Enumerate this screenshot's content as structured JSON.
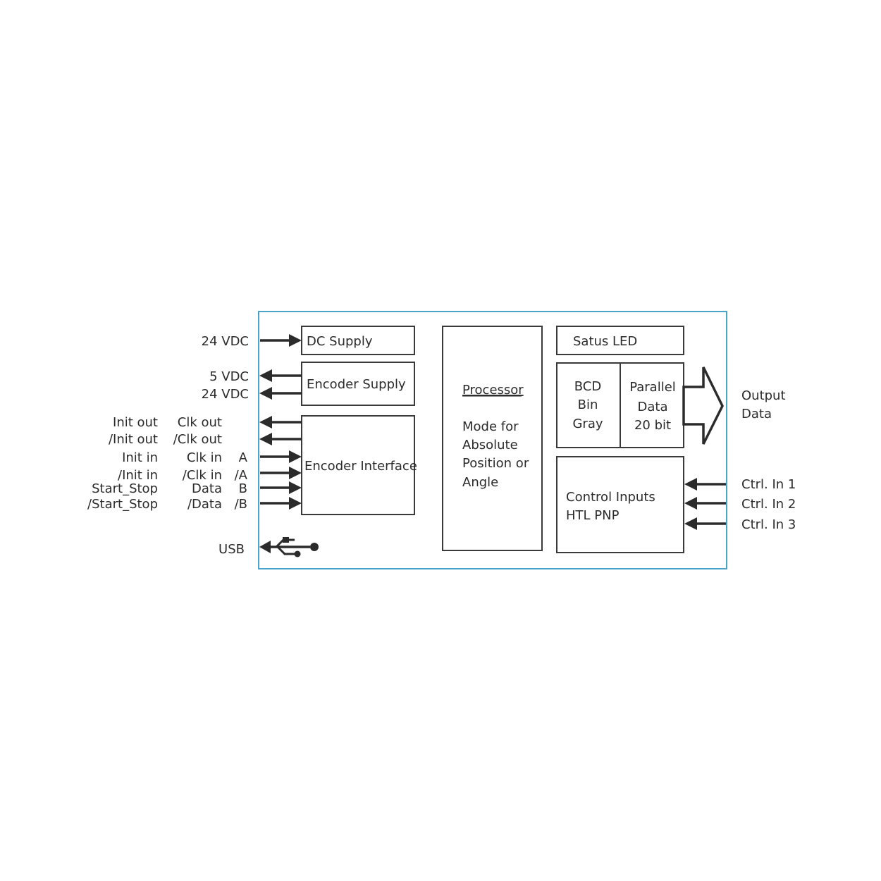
{
  "blocks": {
    "dc_supply": "DC Supply",
    "encoder_supply": "Encoder Supply",
    "encoder_interface": "Encoder Interface",
    "processor_title": "Processor",
    "processor_lines": [
      "Mode for",
      "Absolute",
      "Position or",
      "Angle"
    ],
    "status_led": "Satus LED",
    "format_lines": [
      "BCD",
      "Bin",
      "Gray"
    ],
    "parallel_lines": [
      "Parallel",
      "Data",
      "20 bit"
    ],
    "control_lines": [
      "Control Inputs",
      "HTL PNP"
    ]
  },
  "left_signals": {
    "dc_in": "24 VDC",
    "supply_5v": "5 VDC",
    "supply_24v": "24 VDC",
    "init_out": "Init out",
    "init_out_n": "/Init out",
    "init_in": "Init in",
    "init_in_n": "/Init in",
    "start_stop": "Start_Stop",
    "start_stop_n": "/Start_Stop",
    "clk_out": "Clk out",
    "clk_out_n": "/Clk out",
    "clk_in": "Clk in",
    "clk_in_n": "/Clk in",
    "data": "Data",
    "data_n": "/Data",
    "a": "A",
    "a_n": "/A",
    "b": "B",
    "b_n": "/B",
    "usb": "USB"
  },
  "right_signals": {
    "output_line1": "Output",
    "output_line2": "Data",
    "ctrl1": "Ctrl. In 1",
    "ctrl2": "Ctrl. In 2",
    "ctrl3": "Ctrl. In 3"
  },
  "colors": {
    "frame": "#4aa3c8",
    "ink": "#2b2b2b"
  },
  "icons": {
    "usb": "usb-icon",
    "output": "hollow-arrow-icon"
  }
}
